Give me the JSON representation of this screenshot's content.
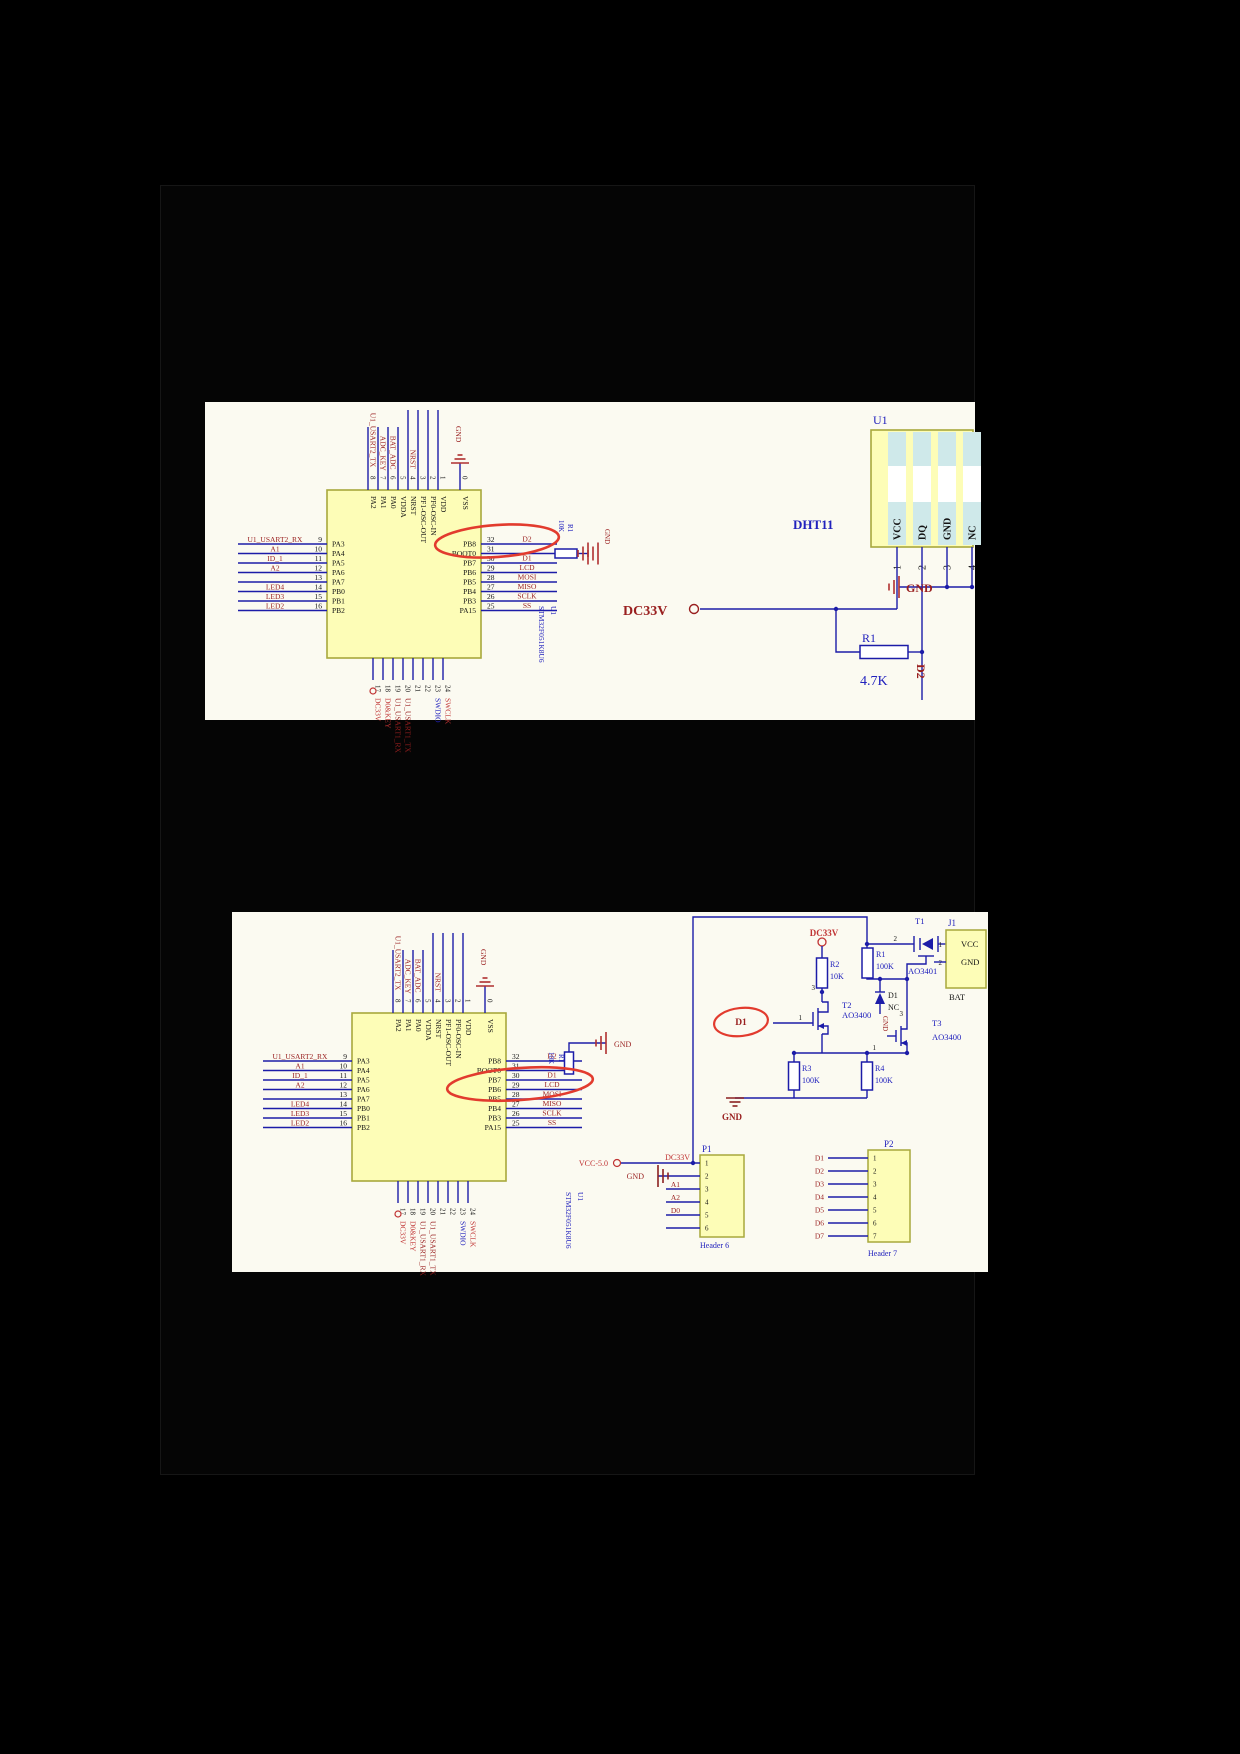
{
  "colors": {
    "wire": "#1c1ca8",
    "component_blue": "#2121bd",
    "net_darkred": "#991f1f",
    "net_blue": "#2121bd",
    "annotation_red": "#e23b2e",
    "chip_fill": "#fdfdb7",
    "chip_border": "#a8a83c",
    "paper": "#fbfaf1",
    "stripe_cyan": "#cfe9ea",
    "black": "#141414"
  },
  "schematic1": {
    "mcu": {
      "designator": "U1",
      "part": "STM32F051K8U6",
      "gnd_label": "GND",
      "left_pins": [
        {
          "num": "9",
          "name": "PA3",
          "net": "U1_USART2_RX"
        },
        {
          "num": "10",
          "name": "PA4",
          "net": "A1"
        },
        {
          "num": "11",
          "name": "PA5",
          "net": "ID_1"
        },
        {
          "num": "12",
          "name": "PA6",
          "net": "A2"
        },
        {
          "num": "13",
          "name": "PA7",
          "net": ""
        },
        {
          "num": "14",
          "name": "PB0",
          "net": "LED4"
        },
        {
          "num": "15",
          "name": "PB1",
          "net": "LED3"
        },
        {
          "num": "16",
          "name": "PB2",
          "net": "LED2"
        }
      ],
      "right_pins": [
        {
          "num": "32",
          "name": "PB8",
          "net": "D2"
        },
        {
          "num": "31",
          "name": "BOOT0",
          "net": ""
        },
        {
          "num": "30",
          "name": "PB7",
          "net": "D1"
        },
        {
          "num": "29",
          "name": "PB6",
          "net": "LCD"
        },
        {
          "num": "28",
          "name": "PB5",
          "net": "MOSI"
        },
        {
          "num": "27",
          "name": "PB4",
          "net": "MISO"
        },
        {
          "num": "26",
          "name": "PB3",
          "net": "SCLK"
        },
        {
          "num": "25",
          "name": "PA15",
          "net": "SS"
        }
      ],
      "top_pins": [
        {
          "num": "8",
          "name": "PA2",
          "net": "U1_USART2_TX"
        },
        {
          "num": "7",
          "name": "PA1",
          "net": "ADC_KEY"
        },
        {
          "num": "6",
          "name": "PA0",
          "net": "BAT_ADC"
        },
        {
          "num": "5",
          "name": "VDDA",
          "net": ""
        },
        {
          "num": "4",
          "name": "NRST",
          "net": "NRST"
        },
        {
          "num": "3",
          "name": "PF1-OSC-OUT",
          "net": ""
        },
        {
          "num": "2",
          "name": "PF0-OSC-IN",
          "net": ""
        },
        {
          "num": "1",
          "name": "VDD",
          "net": ""
        },
        {
          "num": "0",
          "name": "VSS",
          "net": ""
        }
      ],
      "bottom_pins": [
        {
          "num": "17",
          "name": "VDD",
          "net": "DC33V"
        },
        {
          "num": "18",
          "name": "PA8",
          "net": "D0&KEY"
        },
        {
          "num": "19",
          "name": "PA9",
          "net": "U1_USART1_RX"
        },
        {
          "num": "20",
          "name": "PA10",
          "net": "U1_USART1_TX"
        },
        {
          "num": "21",
          "name": "PA11",
          "net": ""
        },
        {
          "num": "22",
          "name": "PA12",
          "net": ""
        },
        {
          "num": "23",
          "name": "PA13",
          "net": "SWDIO"
        },
        {
          "num": "24",
          "name": "PA14",
          "net": "SWCLK"
        }
      ]
    },
    "boot_r": {
      "ref": "R1",
      "value": "10K",
      "gnd": "GND"
    },
    "sensor": {
      "designator": "U1",
      "name": "DHT11",
      "pins": [
        "VCC",
        "DQ",
        "GND",
        "NC"
      ],
      "pin_numbers": [
        "1",
        "2",
        "3",
        "4"
      ]
    },
    "nets": {
      "dc33v": "DC33V",
      "d2": "D2",
      "gnd": "GND"
    },
    "pullup": {
      "ref": "R1",
      "value": "4.7K"
    }
  },
  "schematic2": {
    "mcu": {
      "designator": "U1",
      "part": "STM32F051K8U6",
      "gnd_label": "GND",
      "left_pins": [
        {
          "num": "9",
          "name": "PA3",
          "net": "U1_USART2_RX"
        },
        {
          "num": "10",
          "name": "PA4",
          "net": "A1"
        },
        {
          "num": "11",
          "name": "PA5",
          "net": "ID_1"
        },
        {
          "num": "12",
          "name": "PA6",
          "net": "A2"
        },
        {
          "num": "13",
          "name": "PA7",
          "net": ""
        },
        {
          "num": "14",
          "name": "PB0",
          "net": "LED4"
        },
        {
          "num": "15",
          "name": "PB1",
          "net": "LED3"
        },
        {
          "num": "16",
          "name": "PB2",
          "net": "LED2"
        }
      ],
      "right_pins": [
        {
          "num": "32",
          "name": "PB8",
          "net": "D2"
        },
        {
          "num": "31",
          "name": "BOOT0",
          "net": ""
        },
        {
          "num": "30",
          "name": "PB7",
          "net": "D1"
        },
        {
          "num": "29",
          "name": "PB6",
          "net": "LCD"
        },
        {
          "num": "28",
          "name": "PB5",
          "net": "MOSI"
        },
        {
          "num": "27",
          "name": "PB4",
          "net": "MISO"
        },
        {
          "num": "26",
          "name": "PB3",
          "net": "SCLK"
        },
        {
          "num": "25",
          "name": "PA15",
          "net": "SS"
        }
      ],
      "top_pins": [
        {
          "num": "8",
          "name": "PA2",
          "net": "U1_USART2_TX"
        },
        {
          "num": "7",
          "name": "PA1",
          "net": "ADC_KEY"
        },
        {
          "num": "6",
          "name": "PA0",
          "net": "BAT_ADC"
        },
        {
          "num": "5",
          "name": "VDDA",
          "net": ""
        },
        {
          "num": "4",
          "name": "NRST",
          "net": "NRST"
        },
        {
          "num": "3",
          "name": "PF1-OSC-OUT",
          "net": ""
        },
        {
          "num": "2",
          "name": "PF0-OSC-IN",
          "net": ""
        },
        {
          "num": "1",
          "name": "VDD",
          "net": ""
        },
        {
          "num": "0",
          "name": "VSS",
          "net": ""
        }
      ],
      "bottom_pins": [
        {
          "num": "17",
          "name": "VDD",
          "net": "DC33V"
        },
        {
          "num": "18",
          "name": "PA8",
          "net": "D0&KEY"
        },
        {
          "num": "19",
          "name": "PA9",
          "net": "U1_USART1_RX"
        },
        {
          "num": "20",
          "name": "PA10",
          "net": "U1_USART1_TX"
        },
        {
          "num": "21",
          "name": "PA11",
          "net": ""
        },
        {
          "num": "22",
          "name": "PA12",
          "net": ""
        },
        {
          "num": "23",
          "name": "PA13",
          "net": "SWDIO"
        },
        {
          "num": "24",
          "name": "PA14",
          "net": "SWCLK"
        }
      ]
    },
    "boot_r": {
      "ref": "R1",
      "value": "10K",
      "gnd": "GND"
    },
    "power": {
      "dc33v": "DC33V",
      "r1": {
        "ref": "R1",
        "value": "100K"
      },
      "r2": {
        "ref": "R2",
        "value": "10K"
      },
      "r3": {
        "ref": "R3",
        "value": "100K"
      },
      "r4": {
        "ref": "R4",
        "value": "100K"
      },
      "t1": {
        "ref": "T1",
        "part": "AO3401"
      },
      "t2": {
        "ref": "T2",
        "part": "AO3400"
      },
      "t3": {
        "ref": "T3",
        "part": "AO3400"
      },
      "d1_net": "D1",
      "diode": {
        "ref": "D1",
        "note": "NC",
        "gnd": "GND"
      },
      "gnd": "GND",
      "pin_numbers": {
        "t1_src": "2",
        "t2_drain": "3",
        "t2_gate": "1",
        "t3_drain": "3",
        "t3_src": "1",
        "j1_1": "1",
        "j1_2": "2"
      }
    },
    "j1": {
      "designator": "J1",
      "pins": [
        "VCC",
        "GND"
      ],
      "caption": "BAT"
    },
    "p1": {
      "designator": "P1",
      "caption": "Header 6",
      "vcc": "VCC-5.0",
      "gnd": "GND",
      "pins": [
        {
          "num": "1",
          "net": "DC33V"
        },
        {
          "num": "2",
          "net": "GND"
        },
        {
          "num": "3",
          "net": "A1"
        },
        {
          "num": "4",
          "net": "A2"
        },
        {
          "num": "5",
          "net": "D0"
        },
        {
          "num": "6",
          "net": ""
        }
      ]
    },
    "p2": {
      "designator": "P2",
      "caption": "Header 7",
      "pins": [
        {
          "num": "1",
          "net": "D1"
        },
        {
          "num": "2",
          "net": "D2"
        },
        {
          "num": "3",
          "net": "D3"
        },
        {
          "num": "4",
          "net": "D4"
        },
        {
          "num": "5",
          "net": "D5"
        },
        {
          "num": "6",
          "net": "D6"
        },
        {
          "num": "7",
          "net": "D7"
        }
      ]
    }
  }
}
